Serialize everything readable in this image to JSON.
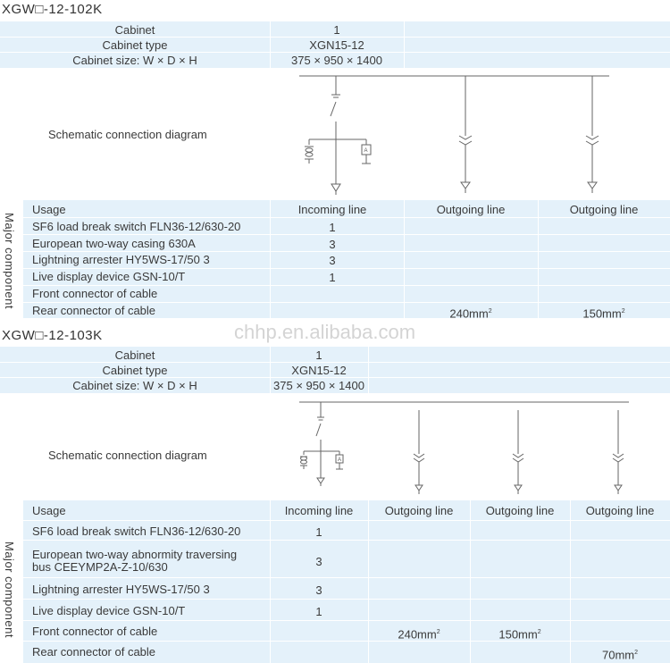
{
  "watermark": "chhp.en.alibaba.com",
  "tables": [
    {
      "title": "XGW□-12-102K",
      "labels": {
        "cabinet": "Cabinet",
        "cabinet_type": "Cabinet type",
        "cabinet_size": "Cabinet size: W × D × H",
        "schematic": "Schematic connection diagram",
        "major": "Major component"
      },
      "cabinet_no": "1",
      "type_value": "XGN15-12",
      "size_value": "375 × 950 × 1400",
      "usage": {
        "label": "Usage",
        "values": [
          "Incoming line",
          "Outgoing line",
          "Outgoing line"
        ]
      },
      "components": [
        {
          "name": "SF6 load break switch FLN36-12/630-20",
          "values": [
            "1",
            "",
            ""
          ]
        },
        {
          "name": "European two-way casing 630A",
          "values": [
            "3",
            "",
            ""
          ]
        },
        {
          "name": "Lightning arrester HY5WS-17/50 3",
          "values": [
            "3",
            "",
            ""
          ]
        },
        {
          "name": "Live display device GSN-10/T",
          "values": [
            "1",
            "",
            ""
          ]
        },
        {
          "name": "Front connector of cable",
          "values": [
            "",
            "",
            ""
          ]
        },
        {
          "name": "Rear connector of cable",
          "values": [
            "",
            "240mm",
            "150mm"
          ]
        }
      ],
      "unit_superscript": "2"
    },
    {
      "title": "XGW□-12-103K",
      "labels": {
        "cabinet": "Cabinet",
        "cabinet_type": "Cabinet type",
        "cabinet_size": "Cabinet size: W × D × H",
        "schematic": "Schematic connection diagram",
        "major": "Major component"
      },
      "cabinet_no": "1",
      "type_value": "XGN15-12",
      "size_value": "375 × 950 × 1400",
      "usage": {
        "label": "Usage",
        "values": [
          "Incoming line",
          "Outgoing line",
          "Outgoing line",
          "Outgoing line"
        ]
      },
      "components": [
        {
          "name": "SF6 load break switch FLN36-12/630-20",
          "values": [
            "1",
            "",
            "",
            ""
          ]
        },
        {
          "name": "European two-way abnormity traversing",
          "name2": "bus CEEYMP2A-Z-10/630",
          "values": [
            "3",
            "",
            "",
            ""
          ]
        },
        {
          "name": "Lightning arrester HY5WS-17/50 3",
          "values": [
            "3",
            "",
            "",
            ""
          ]
        },
        {
          "name": "Live display device GSN-10/T",
          "values": [
            "1",
            "",
            "",
            ""
          ]
        },
        {
          "name": "Front connector of cable",
          "values": [
            "",
            "240mm",
            "150mm",
            ""
          ]
        },
        {
          "name": "Rear connector of cable",
          "values": [
            "",
            "",
            "",
            "70mm"
          ]
        }
      ],
      "unit_superscript": "2"
    }
  ]
}
